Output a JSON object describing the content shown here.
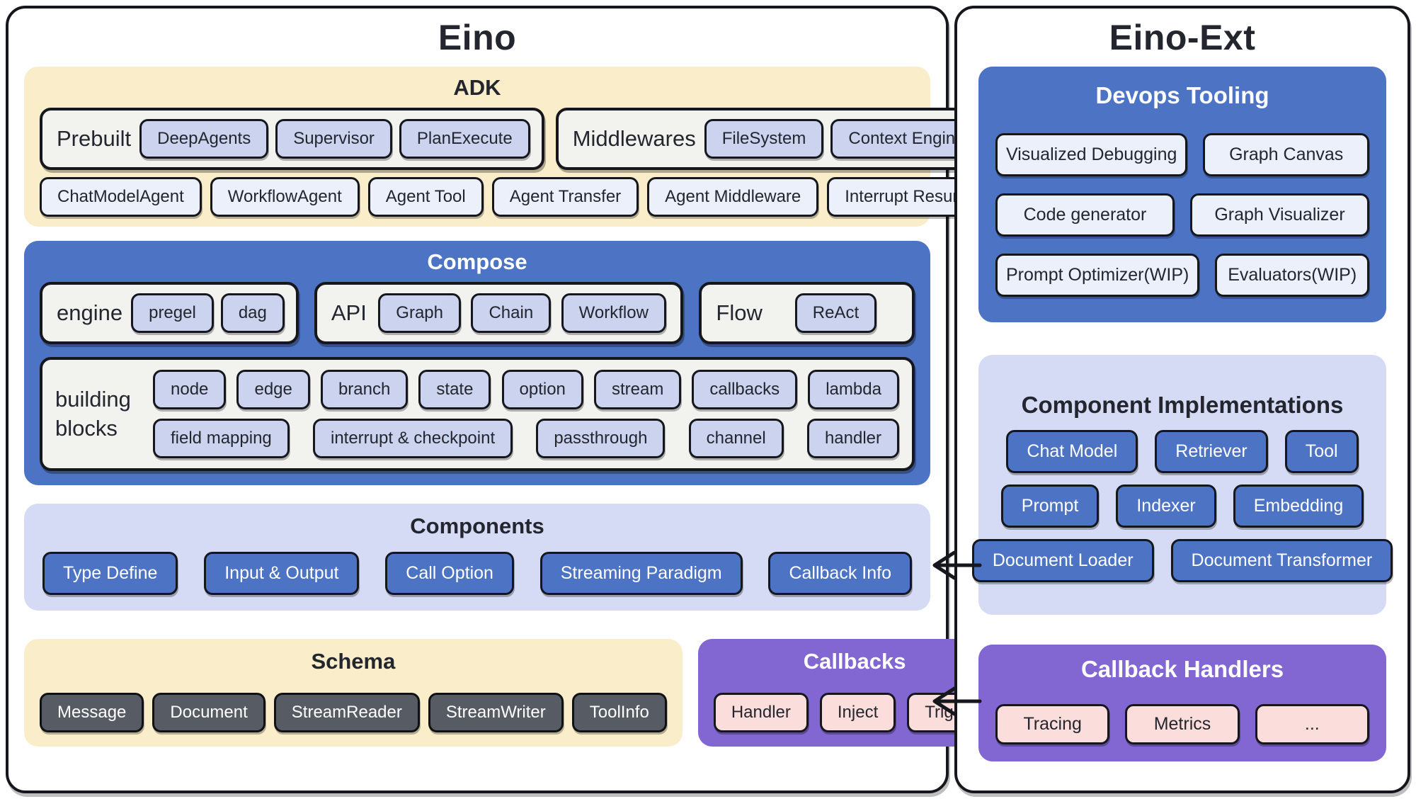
{
  "left_panel": {
    "title": "Eino",
    "adk": {
      "title": "ADK",
      "prebuilt": {
        "label": "Prebuilt",
        "chips": [
          "DeepAgents",
          "Supervisor",
          "PlanExecute"
        ]
      },
      "middlewares": {
        "label": "Middlewares",
        "chips": [
          "FileSystem",
          "Context Engineer"
        ]
      },
      "agent_chips": [
        "ChatModelAgent",
        "WorkflowAgent",
        "Agent Tool",
        "Agent Transfer",
        "Agent Middleware",
        "Interrupt Resume"
      ]
    },
    "compose": {
      "title": "Compose",
      "engine": {
        "label": "engine",
        "chips": [
          "pregel",
          "dag"
        ]
      },
      "api": {
        "label": "API",
        "chips": [
          "Graph",
          "Chain",
          "Workflow"
        ]
      },
      "flow": {
        "label": "Flow",
        "chips": [
          "ReAct"
        ]
      },
      "building_blocks": {
        "label": "building blocks",
        "rows": [
          [
            "node",
            "edge",
            "branch",
            "state",
            "option",
            "stream",
            "callbacks",
            "lambda"
          ],
          [
            "field mapping",
            "interrupt & checkpoint",
            "passthrough",
            "channel",
            "handler"
          ]
        ]
      }
    },
    "components": {
      "title": "Components",
      "chips": [
        "Type Define",
        "Input & Output",
        "Call Option",
        "Streaming Paradigm",
        "Callback Info"
      ]
    },
    "schema": {
      "title": "Schema",
      "chips": [
        "Message",
        "Document",
        "StreamReader",
        "StreamWriter",
        "ToolInfo"
      ]
    },
    "callbacks": {
      "title": "Callbacks",
      "chips": [
        "Handler",
        "Inject",
        "Trigger"
      ]
    }
  },
  "right_panel": {
    "title": "Eino-Ext",
    "devops": {
      "title": "Devops Tooling",
      "rows": [
        [
          "Visualized Debugging",
          "Graph Canvas"
        ],
        [
          "Code generator",
          "Graph Visualizer"
        ],
        [
          "Prompt Optimizer(WIP)",
          "Evaluators(WIP)"
        ]
      ]
    },
    "implementations": {
      "title": "Component Implementations",
      "rows": [
        [
          "Chat Model",
          "Retriever",
          "Tool"
        ],
        [
          "Prompt",
          "Indexer",
          "Embedding"
        ],
        [
          "Document Loader",
          "Document Transformer"
        ]
      ]
    },
    "handlers": {
      "title": "Callback Handlers",
      "chips": [
        "Tracing",
        "Metrics",
        "..."
      ]
    }
  },
  "arrows": [
    {
      "from": "Component Implementations",
      "to": "Components"
    },
    {
      "from": "Callback Handlers",
      "to": "Callbacks"
    }
  ],
  "colors": {
    "section_blue": "#4D73C5",
    "section_cream": "#FAEDCA",
    "section_lavender": "#D5DBF4",
    "section_purple": "#8266D1",
    "chip_lavender": "#CBD3EF",
    "chip_light": "#EBF0FB",
    "chip_dark": "#575C64",
    "chip_pink": "#FBDEDC",
    "box_offwhite": "#F2F2EF",
    "border_black": "#15171C",
    "text_dark": "#23262E"
  }
}
